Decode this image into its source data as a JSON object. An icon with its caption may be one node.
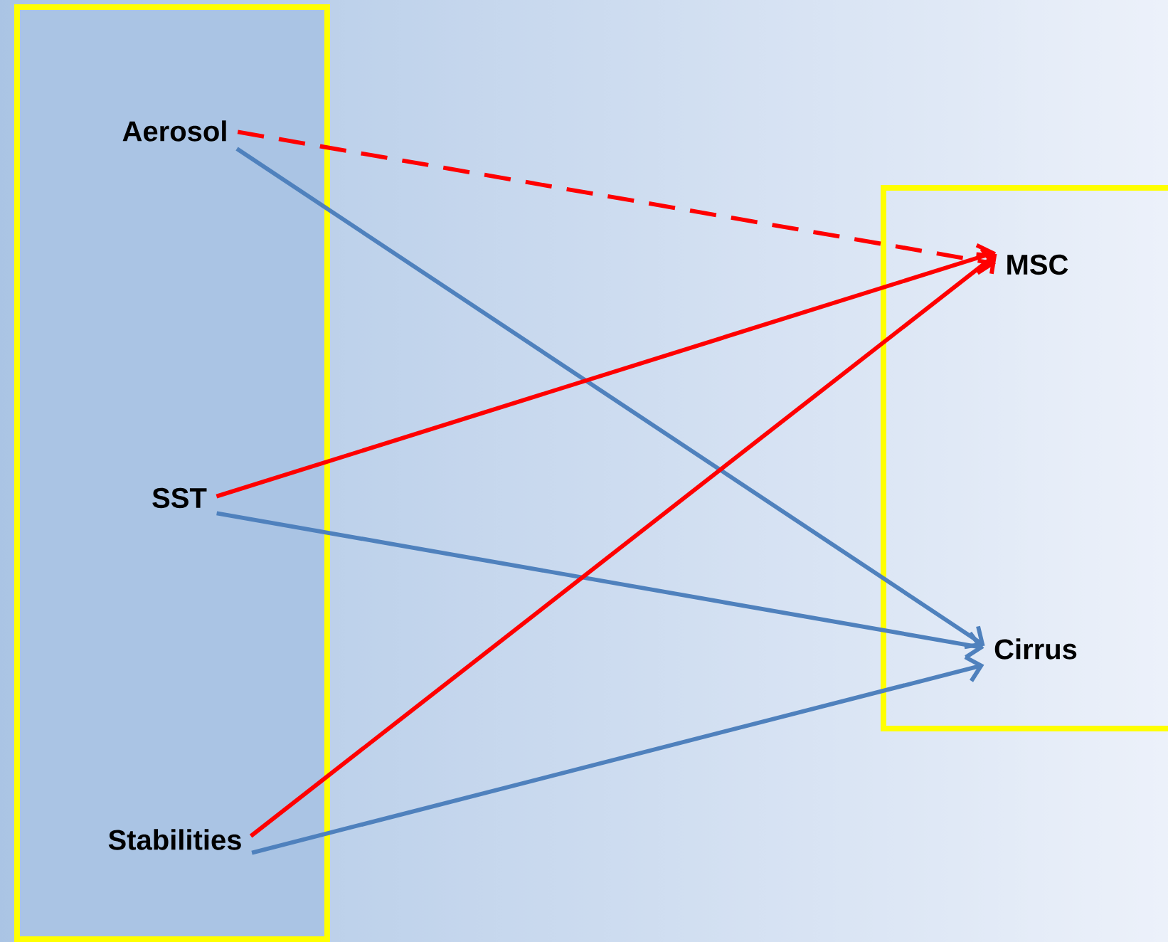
{
  "diagram": {
    "nodes": [
      {
        "text": [],
        "shape": "box"
      },
      {
        "text": [
          "Aerosol"
        ],
        "in": 0
      },
      {
        "text": [
          "SST"
        ],
        "in": 0
      },
      {
        "text": [
          "Stabilities"
        ],
        "in": 0
      },
      {
        "text": [],
        "shape": "box"
      },
      {
        "text": [
          "MSC"
        ],
        "in": 4
      },
      {
        "text": [
          "Cirrus"
        ],
        "in": 4
      }
    ],
    "edges": [
      {
        "from": 1,
        "to": 5,
        "arrow": "to",
        "style": "dashed",
        "color": "#ff0000"
      },
      {
        "from": 1,
        "to": 6,
        "arrow": "to",
        "color": "#4f81bd"
      },
      {
        "from": 2,
        "to": 5,
        "arrow": "to",
        "color": "#ff0000"
      },
      {
        "from": 2,
        "to": 6,
        "arrow": "to",
        "color": "#4f81bd"
      },
      {
        "from": 3,
        "to": 5,
        "arrow": "to",
        "color": "#ff0000"
      },
      {
        "from": 3,
        "to": 6,
        "arrow": "to",
        "color": "#4f81bd"
      }
    ]
  }
}
